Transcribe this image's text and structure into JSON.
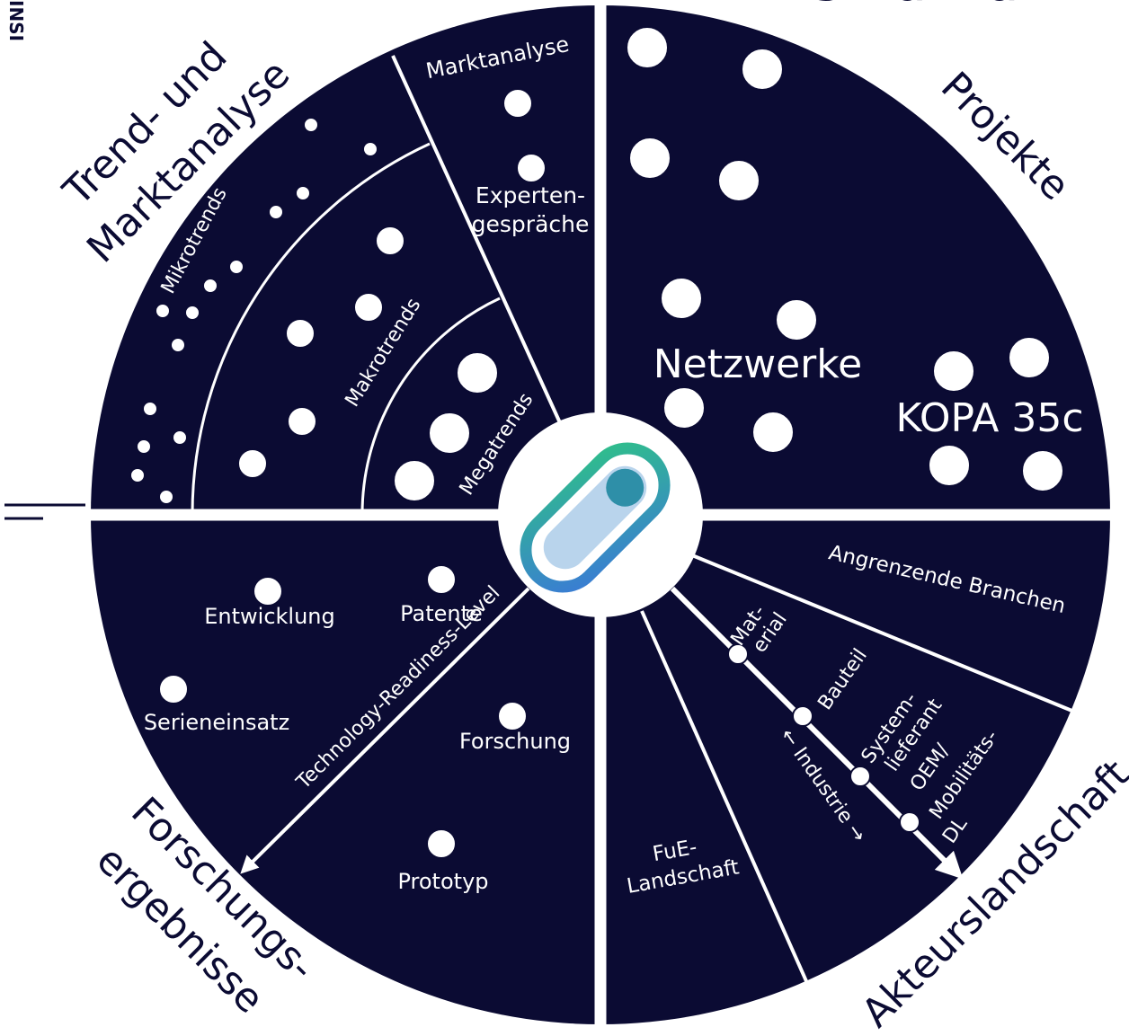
{
  "header": {
    "title": "Struktur",
    "corner": "INSI"
  },
  "colors": {
    "background": "#ffffff",
    "wheel": "#0b0b33",
    "lines": "#ffffff",
    "text": "#ffffff",
    "logo_blue": "#3a7bd5",
    "logo_green": "#2fbf8a",
    "logo_fill": "#b9d4ec"
  },
  "outer_labels": {
    "trend": [
      "Trend- und",
      "Marktanalyse"
    ],
    "projekte": "Projekte",
    "forschung": [
      "Forschungs-",
      "ergebnisse"
    ],
    "akteure": "Akteurslandschaft"
  },
  "trend_section": {
    "marktanalyse": "Marktanalyse",
    "experten": [
      "Experten-",
      "gespräche"
    ],
    "mikrotrends": "Mikrotrends",
    "makrotrends": "Makrotrends",
    "megatrends": "Megatrends"
  },
  "projects_section": {
    "netzwerke": "Netzwerke",
    "kopa": "KOPA 35c"
  },
  "research_section": {
    "entwicklung": "Entwicklung",
    "patente": "Patente",
    "serieneinsatz": "Serieneinsatz",
    "forschung": "Forschung",
    "prototyp": "Prototyp",
    "trl_axis": "Technology-Readiness-Level"
  },
  "actors_section": {
    "angrenzende": "Angrenzende Branchen",
    "fue": [
      "FuE-",
      "Landschaft"
    ],
    "industrie": "← Industrie →",
    "material": [
      "Mat-",
      "erial"
    ],
    "bauteil": "Bauteil",
    "system": [
      "System-",
      "lieferant"
    ],
    "oem": [
      "OEM/",
      "Mobilitäts-",
      "DL"
    ]
  }
}
